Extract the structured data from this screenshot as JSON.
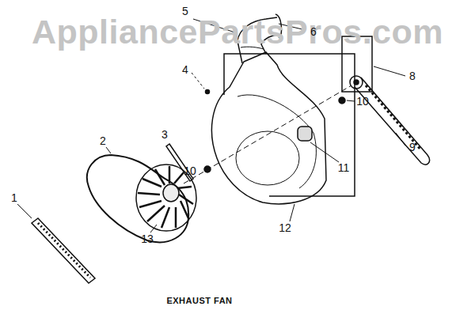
{
  "diagram": {
    "caption": "EXHAUST FAN",
    "labels": [
      "AppliancePartsPros.com",
      "5",
      "6",
      "4",
      "8",
      "10",
      "3",
      "2",
      "9",
      "11",
      "10",
      "1",
      "12",
      "13"
    ]
  }
}
